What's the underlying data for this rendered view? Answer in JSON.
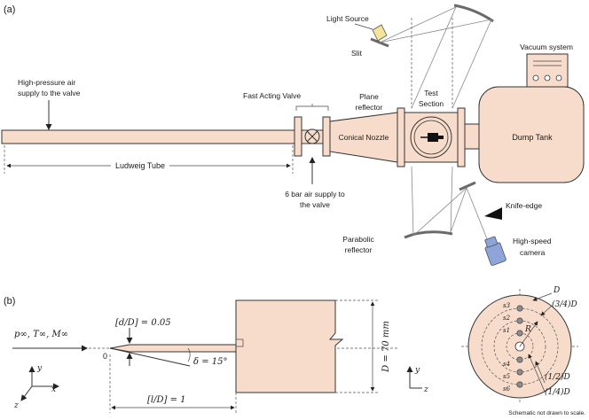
{
  "panel_a": {
    "label": "(a)",
    "high_pressure_label_1": "High-pressure air",
    "high_pressure_label_2": "supply to the valve",
    "fast_acting_valve": "Fast Acting Valve",
    "ludweig_tube": "Ludweig Tube",
    "six_bar_label_1": "6 bar air supply to",
    "six_bar_label_2": "the valve",
    "conical_nozzle": "Conical Nozzle",
    "plane_reflector_1": "Plane",
    "plane_reflector_2": "reflector",
    "test_section_1": "Test",
    "test_section_2": "Section",
    "light_source": "Light Source",
    "slit": "Slit",
    "vacuum_system": "Vacuum system",
    "dump_tank": "Dump Tank",
    "knife_edge": "Knife-edge",
    "parabolic_reflector_1": "Parabolic",
    "parabolic_reflector_2": "reflector",
    "camera_1": "High-speed",
    "camera_2": "camera"
  },
  "panel_b": {
    "label": "(b)",
    "freestream": "p∞, T∞, M∞",
    "d_over_D": "[d/D] = 0.05",
    "origin": "0",
    "delta": "δ = 15°",
    "l_over_D": "[l/D] = 1",
    "diameter": "D = 70 mm",
    "axis_y": "y",
    "axis_x": "x",
    "axis_z": "z",
    "end_axis_y": "y",
    "end_axis_z": "z",
    "label_D": "D",
    "label_34D": "(3/4)D",
    "label_R": "R",
    "label_12D": "(1/2)D",
    "label_14D": "(1/4)D",
    "sensors": [
      "s3",
      "s2",
      "s1",
      "s4",
      "s5",
      "s6"
    ],
    "schematic_note": "Schematic not drawn to scale."
  }
}
